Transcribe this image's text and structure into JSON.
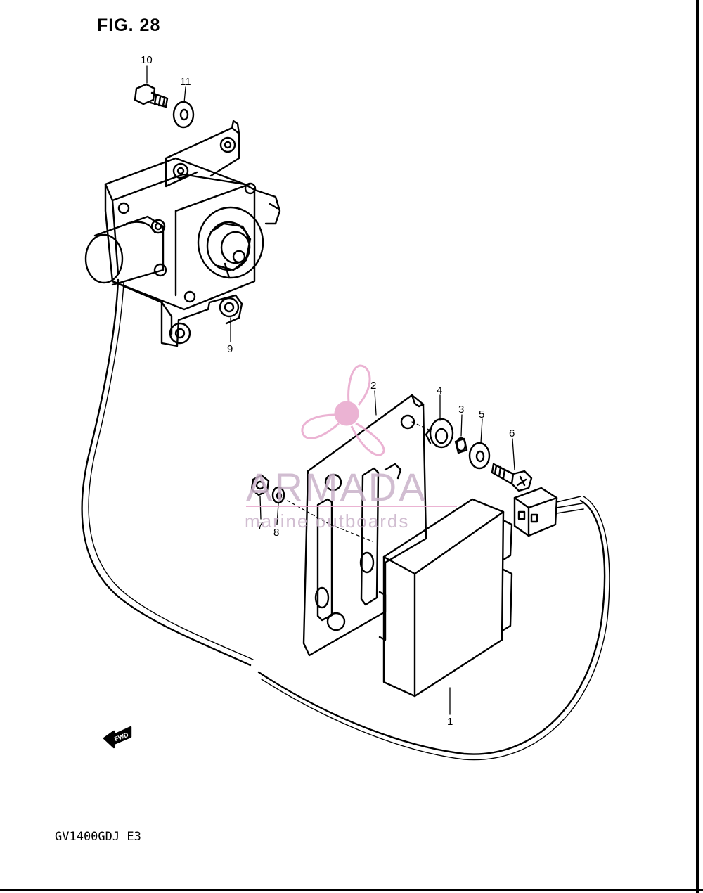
{
  "figure": {
    "title": "FIG. 28",
    "model_code": "GV1400GDJ E3",
    "fwd_label": "FWD"
  },
  "callouts": [
    {
      "id": "1"
    },
    {
      "id": "2"
    },
    {
      "id": "3"
    },
    {
      "id": "4"
    },
    {
      "id": "5"
    },
    {
      "id": "6"
    },
    {
      "id": "7"
    },
    {
      "id": "8"
    },
    {
      "id": "9"
    },
    {
      "id": "10"
    },
    {
      "id": "11"
    }
  ],
  "watermark": {
    "brand": "ARMADA",
    "tagline": "marine outboards",
    "color": "#e8a6cc"
  }
}
